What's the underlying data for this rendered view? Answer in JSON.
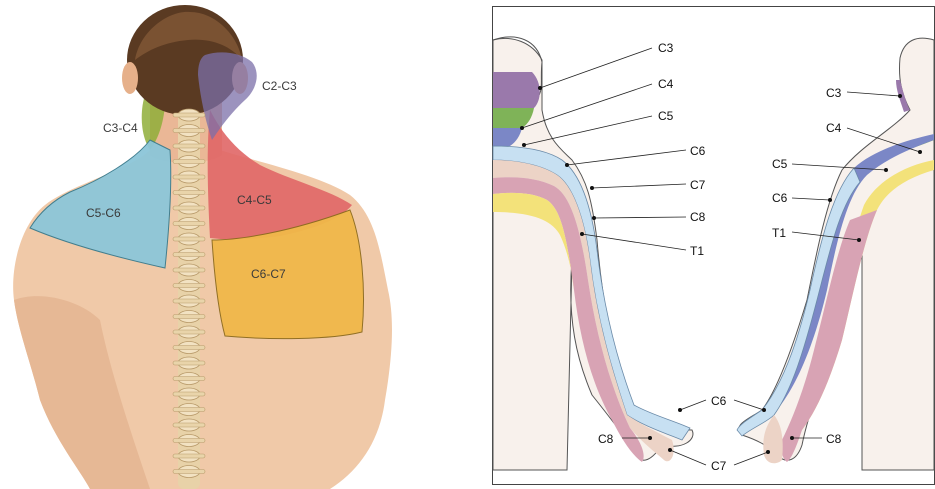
{
  "posterior_view": {
    "labels": {
      "c2_c3": "C2-C3",
      "c3_c4": "C3-C4",
      "c4_c5": "C4-C5",
      "c5_c6": "C5-C6",
      "c6_c7": "C6-C7"
    }
  },
  "anterior_view": {
    "right_arm_labels": {
      "c3": "C3",
      "c4": "C4",
      "c5": "C5",
      "c6": "C6",
      "c7": "C7",
      "c8": "C8",
      "t1": "T1",
      "hand_c6": "C6",
      "hand_c8": "C8",
      "hand_c7": "C7"
    },
    "left_arm_labels": {
      "c3": "C3",
      "c4": "C4",
      "c5": "C5",
      "c6": "C6",
      "t1": "T1",
      "hand_c6": "C6",
      "hand_c8": "C8",
      "hand_c7": "C7"
    }
  },
  "colors": {
    "c2_c3": "#7b6fa8",
    "c3_c4": "#8fae3a",
    "c4_c5": "#e06666",
    "c5_c6": "#8cc6d9",
    "c6_c7": "#f0b84a",
    "derm_c3": "#9a79ab",
    "derm_c4": "#7fb358",
    "derm_c5": "#7b87c6",
    "derm_c6": "#c7e0f2",
    "derm_c7": "#ecd3c6",
    "derm_c8": "#d8a3b4",
    "derm_t1": "#f3e27a"
  }
}
